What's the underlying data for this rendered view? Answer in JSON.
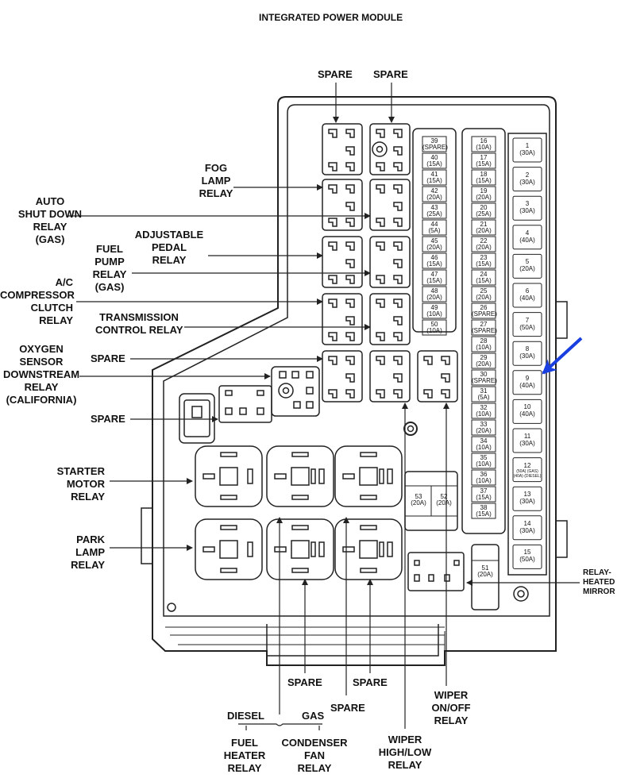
{
  "title": "INTEGRATED POWER MODULE",
  "labels": {
    "spare_top_left": "SPARE",
    "spare_top_right": "SPARE",
    "fog_lamp": [
      "FOG",
      "LAMP",
      "RELAY"
    ],
    "auto_shut_down": [
      "AUTO",
      "SHUT DOWN",
      "RELAY",
      "(GAS)"
    ],
    "adjustable_pedal": [
      "ADJUSTABLE",
      "PEDAL",
      "RELAY"
    ],
    "fuel_pump": [
      "FUEL",
      "PUMP",
      "RELAY",
      "(GAS)"
    ],
    "ac_compressor": [
      "A/C",
      "COMPRESSOR",
      "CLUTCH",
      "RELAY"
    ],
    "transmission_control": [
      "TRANSMISSION",
      "CONTROL RELAY"
    ],
    "oxygen_sensor": [
      "OXYGEN",
      "SENSOR",
      "DOWNSTREAM",
      "RELAY",
      "(CALIFORNIA)"
    ],
    "spare_mid": "SPARE",
    "spare_left": "SPARE",
    "starter_motor": [
      "STARTER",
      "MOTOR",
      "RELAY"
    ],
    "park_lamp": [
      "PARK",
      "LAMP",
      "RELAY"
    ],
    "relay_heated_mirror": [
      "RELAY-",
      "HEATED",
      "MIRROR"
    ],
    "spare_bottom_1": "SPARE",
    "spare_bottom_2": "SPARE",
    "spare_bottom_3": "SPARE",
    "wiper_on_off": [
      "WIPER",
      "ON/OFF",
      "RELAY"
    ],
    "wiper_high_low": [
      "WIPER",
      "HIGH/LOW",
      "RELAY"
    ],
    "diesel": "DIESEL",
    "gas": "GAS",
    "fuel_heater": [
      "FUEL",
      "HEATER",
      "RELAY"
    ],
    "condenser_fan": [
      "CONDENSER",
      "FAN",
      "RELAY"
    ]
  },
  "mini_fuses_left": [
    [
      "39",
      "(SPARE)"
    ],
    [
      "40",
      "(15A)"
    ],
    [
      "41",
      "(15A)"
    ],
    [
      "42",
      "(20A)"
    ],
    [
      "43",
      "(25A)"
    ],
    [
      "44",
      "(5A)"
    ],
    [
      "45",
      "(20A)"
    ],
    [
      "46",
      "(15A)"
    ],
    [
      "47",
      "(15A)"
    ],
    [
      "48",
      "(20A)"
    ],
    [
      "49",
      "(10A)"
    ],
    [
      "50",
      "(10A)"
    ]
  ],
  "mini_fuses_right": [
    [
      "16",
      "(10A)"
    ],
    [
      "17",
      "(15A)"
    ],
    [
      "18",
      "(15A)"
    ],
    [
      "19",
      "(20A)"
    ],
    [
      "20",
      "(25A)"
    ],
    [
      "21",
      "(20A)"
    ],
    [
      "22",
      "(20A)"
    ],
    [
      "23",
      "(15A)"
    ],
    [
      "24",
      "(15A)"
    ],
    [
      "25",
      "(20A)"
    ],
    [
      "26",
      "(SPARE)"
    ],
    [
      "27",
      "(SPARE)"
    ],
    [
      "28",
      "(10A)"
    ],
    [
      "29",
      "(20A)"
    ],
    [
      "30",
      "(SPARE)"
    ],
    [
      "31",
      "(5A)"
    ],
    [
      "32",
      "(10A)"
    ],
    [
      "33",
      "(20A)"
    ],
    [
      "34",
      "(10A)"
    ],
    [
      "35",
      "(10A)"
    ],
    [
      "36",
      "(10A)"
    ],
    [
      "37",
      "(15A)"
    ],
    [
      "38",
      "(15A)"
    ]
  ],
  "cartridge_fuses": [
    [
      "1",
      "(30A)"
    ],
    [
      "2",
      "(30A)"
    ],
    [
      "3",
      "(30A)"
    ],
    [
      "4",
      "(40A)"
    ],
    [
      "5",
      "(20A)"
    ],
    [
      "6",
      "(40A)"
    ],
    [
      "7",
      "(50A)"
    ],
    [
      "8",
      "(30A)"
    ],
    [
      "9",
      "(40A)"
    ],
    [
      "10",
      "(40A)"
    ],
    [
      "11",
      "(30A)"
    ],
    [
      "12",
      "(50A) (GAS) (40A) (DIESEL)"
    ],
    [
      "13",
      "(30A)"
    ],
    [
      "14",
      "(30A)"
    ],
    [
      "15",
      "(50A)"
    ]
  ],
  "fuses_53_52": [
    [
      "53",
      "(20A)"
    ],
    [
      "52",
      "(20A)"
    ]
  ],
  "fuse_51": [
    "51",
    "(20A)"
  ],
  "colors": {
    "line": "#222222",
    "pointer": "#1a3fe0",
    "background": "#ffffff"
  }
}
